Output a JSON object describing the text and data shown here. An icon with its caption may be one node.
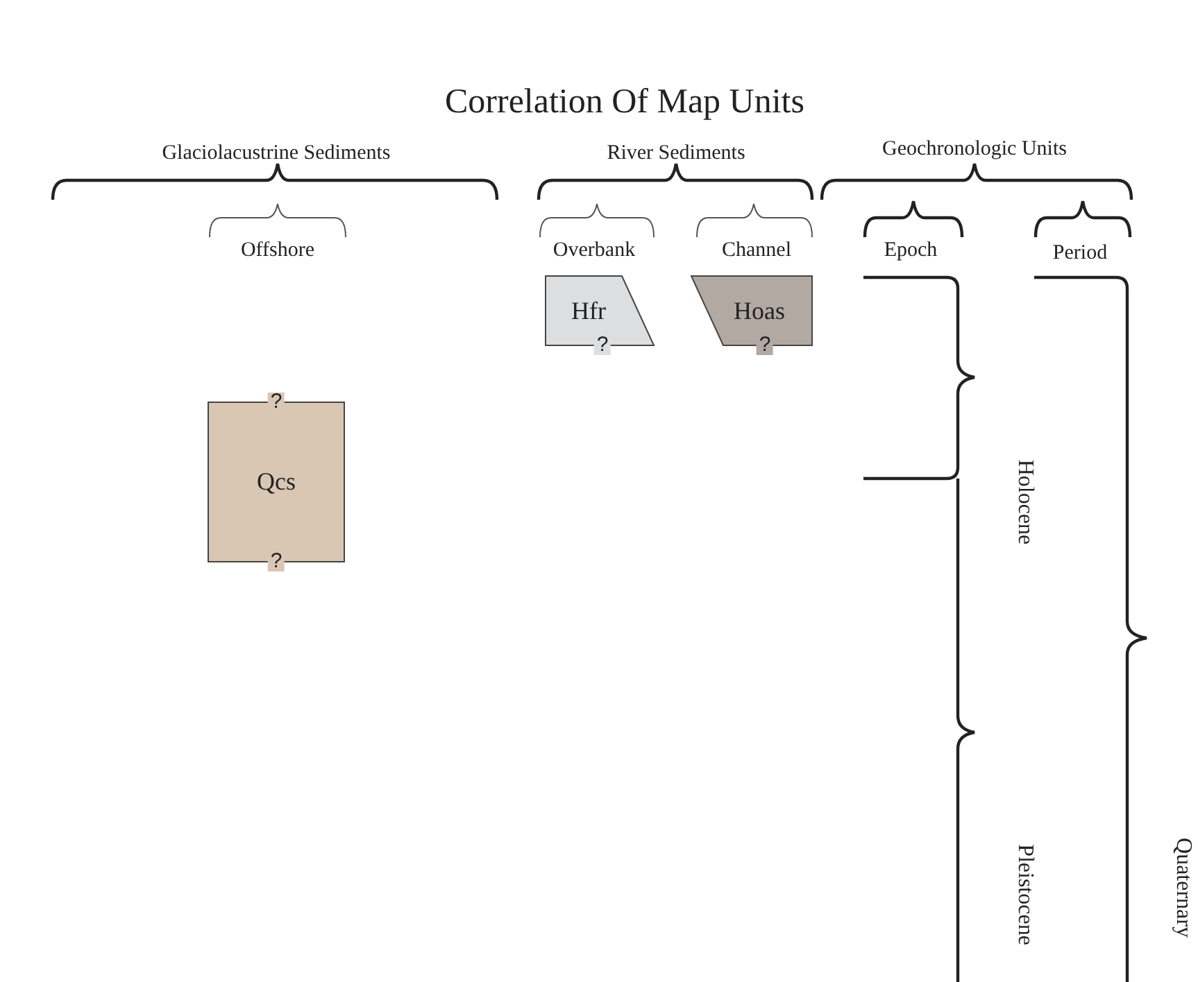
{
  "diagram": {
    "title": "Correlation Of Map Units",
    "nodes": [
      {
        "text": [
          "Hfr",
          "?"
        ]
      },
      {
        "text": [
          "Hoas",
          "?"
        ]
      },
      {
        "text": [
          "?",
          "Qcs",
          "?"
        ]
      }
    ],
    "labels": [
      "Glaciolacustrine Sediments",
      "River Sediments",
      "Geochronologic Units",
      "Offshore",
      "Overbank",
      "Channel",
      "Epoch",
      "Period",
      "Holocene",
      "Pleistocene",
      "Quaternary"
    ]
  }
}
